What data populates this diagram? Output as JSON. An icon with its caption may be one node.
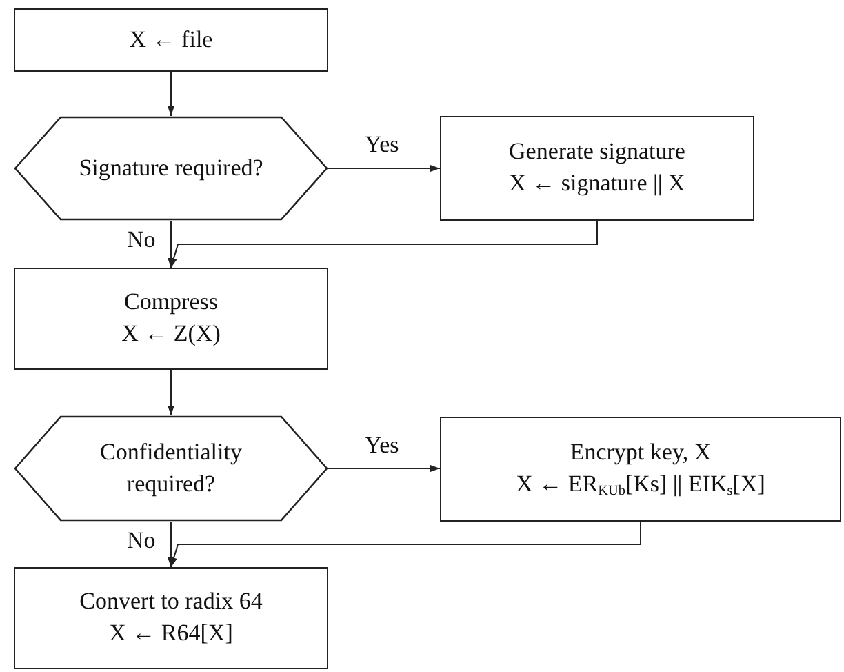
{
  "diagram": {
    "nodes": [
      {
        "text": [
          "X ← file"
        ]
      },
      {
        "text": [
          "Signature required?"
        ]
      },
      {
        "text": [
          "Generate signature",
          "X ← signature || X"
        ]
      },
      {
        "text": [
          "Compress",
          "X ← Z(X)"
        ]
      },
      {
        "text": [
          "Confidentiality required?"
        ]
      },
      {
        "text": [
          "Encrypt key, X",
          "X ← ER$_{KUb}$[Ks] || EIK$_{s}$[X]"
        ]
      },
      {
        "text": [
          "Convert to radix 64",
          "X ← R64[X]"
        ]
      }
    ],
    "edges": [
      {
        "from": 0,
        "to": 1,
        "arrow": "to"
      },
      {
        "from": 1,
        "to": 2,
        "arrow": "to",
        "label": "Yes"
      },
      {
        "from": 1,
        "to": 3,
        "arrow": "to",
        "label": "No"
      },
      {
        "from": 2,
        "to": 3,
        "arrow": "to"
      },
      {
        "from": 3,
        "to": 4,
        "arrow": "to"
      },
      {
        "from": 4,
        "to": 5,
        "arrow": "to",
        "label": "Yes"
      },
      {
        "from": 4,
        "to": 6,
        "arrow": "to",
        "label": "No"
      },
      {
        "from": 5,
        "to": 6,
        "arrow": "to"
      }
    ]
  }
}
